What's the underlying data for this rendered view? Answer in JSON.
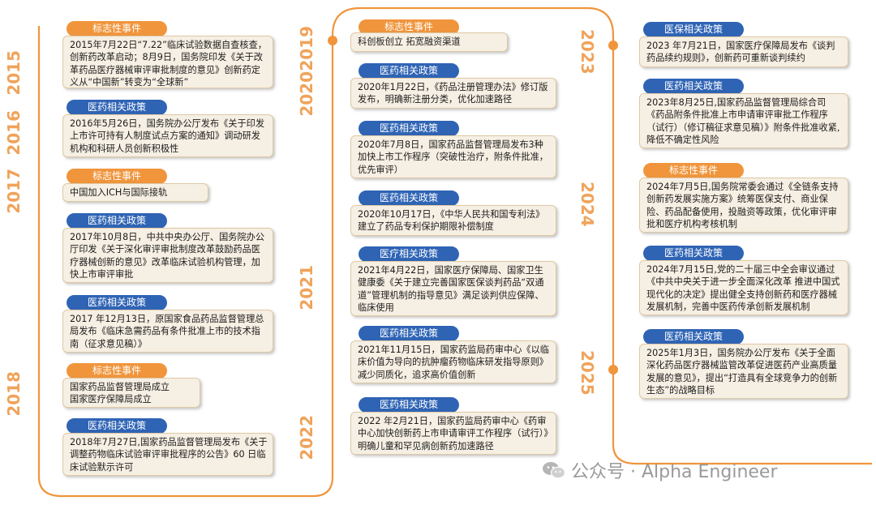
{
  "years": {
    "y2015": "2015",
    "y2016": "2016",
    "y2017": "2017",
    "y2018": "2018",
    "y2019": "2019",
    "y2020": "2020",
    "y2021": "2021",
    "y2022": "2022",
    "y2023": "2023",
    "y2024": "2024",
    "y2025": "2025"
  },
  "events": [
    {
      "tag": "标志性事件",
      "text": "2015年7月22日“7.22”临床试验数据自查核查，创新药改革启动；8月9日，国务院印发《关于改革药品医疗器械审评审批制度的意见》创新药定义从“中国新”转变为“全球新”"
    },
    {
      "tag": "医药相关政策",
      "text": "2016年5月26日，国务院办公厅发布《关于印发上市许可持有人制度试点方案的通知》调动研发机构和科研人员创新积极性"
    },
    {
      "tag": "标志性事件",
      "text": "中国加入ICH与国际接轨"
    },
    {
      "tag": "医药相关政策",
      "text": "2017年10月8日，中共中央办公厅、国务院办公厅印发《关于深化审评审批制度改革鼓励药品医疗器械创新的意见》改革临床试验机构管理，加快上市审评审批"
    },
    {
      "tag": "医药相关政策",
      "text": "2017 年12月13日，原国家食品药品监督管理总局发布《临床急需药品有条件批准上市的技术指南（征求意见稿）》"
    },
    {
      "tag": "标志性事件",
      "text": "国家药品监督管理局成立\n国家医疗保障局成立"
    },
    {
      "tag": "医药相关政策",
      "text": "2018年7月27日,国家药品监督管理局发布《关于调整药物临床试验审评审批程序的公告》60 日临床试验默示许可"
    },
    {
      "tag": "标志性事件",
      "text": "科创板创立 拓宽融资渠道"
    },
    {
      "tag": "医药相关政策",
      "text": "2020年1月22日，《药品注册管理办法》修订版发布，明确新注册分类，优化加速路径"
    },
    {
      "tag": "医药相关政策",
      "text": "2020年7月8日，国家药品监督管理局发布3种加快上市工作程序（突破性治疗，附条件批准，优先审评）"
    },
    {
      "tag": "医药相关政策",
      "text": "2020年10月17日，《中华人民共和国专利法》建立了药品专利保护期限补偿制度"
    },
    {
      "tag": "医疗相关政策",
      "text": "2021年4月22日，国家医疗保障局、国家卫生健康委《关于建立完善国家医保谈判药品“双通道”管理机制的指导意见》满足谈判供应保障、临床使用"
    },
    {
      "tag": "医药相关政策",
      "text": "2021年11月15日，国家药监局药审中心《以临床价值为导向的抗肿瘤药物临床研发指导原则》减少同质化，追求高价值创新"
    },
    {
      "tag": "医药相关政策",
      "text": "2022 年2月21日，国家药监局药审中心《药审中心加快创新药上市申请审评工作程序（试行）》明确儿童和罕见病创新药加速路径"
    },
    {
      "tag": "医保相关政策",
      "text": "2023 年7月21日，国家医疗保障局发布《谈判药品续约规则》，创新药可重新谈判续约"
    },
    {
      "tag": "医药相关政策",
      "text": "2023年8月25日,国家药品监督管理局综合司《药品附条件批准上市申请审评审批工作程序（试行）（修订稿征求意见稿）》附条件批准收紧,降低不确定性风险"
    },
    {
      "tag": "标志性事件",
      "text": "2024年7月5日,国务院常委会通过《全链条支持创新药发展实施方案》统筹医保支付、商业保险、药品配备使用，投融资等政策，优化审评审批和医疗机构考核机制"
    },
    {
      "tag": "医药相关政策",
      "text": "2024年7月15日,党的二十届三中全会审议通过《中共中央关于进一步全面深化改革 推进中国式现代化的决定》提出健全支持创新药和医疗器械发展机制，完善中医药传承创新发展机制"
    },
    {
      "tag": "医药相关政策",
      "text": "2025年1月3日，国务院办公厅发布《关于全面深化药品医疗器械监管改革促进医药产业高质量发展的意见》，提出“打造具有全球竞争力的创新生态”的战略目标"
    }
  ],
  "colors": {
    "accent_orange": "#f0953c",
    "policy_blue": "#2f64b5",
    "card_bg": "#f6efe3",
    "year_orange": "#f0a35a"
  },
  "watermark": {
    "icon": "wechat-icon",
    "text": "公众号 · Alpha Engineer"
  }
}
